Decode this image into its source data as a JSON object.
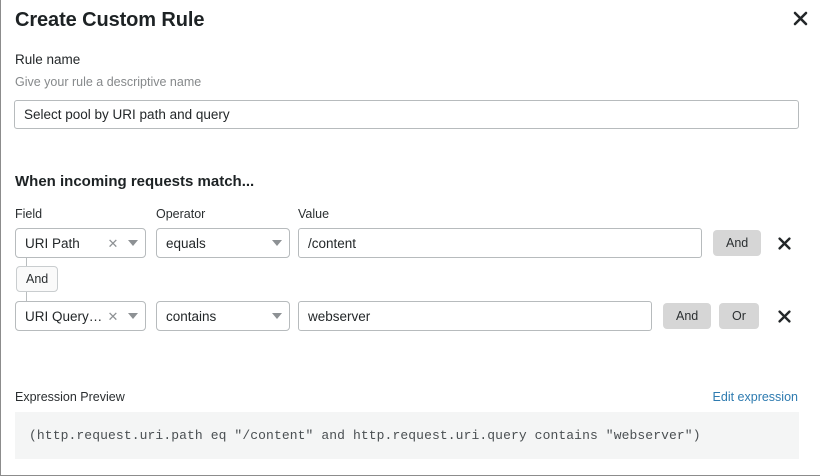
{
  "dialog": {
    "title": "Create Custom Rule",
    "close_icon": "close-icon"
  },
  "rule_name": {
    "label": "Rule name",
    "help": "Give your rule a descriptive name",
    "value": "Select pool by URI path and query",
    "placeholder": "Select pool by URI path and query"
  },
  "conditions_section": {
    "heading": "When incoming requests match...",
    "columns": {
      "field": "Field",
      "operator": "Operator",
      "value": "Value"
    },
    "connector": {
      "label": "And"
    },
    "rows": [
      {
        "field": "URI Path",
        "operator": "equals",
        "value": "/content",
        "value_placeholder": "/content",
        "buttons": [
          "And"
        ],
        "delete_icon": "close-icon"
      },
      {
        "field": "URI Query St...",
        "operator": "contains",
        "value": "webserver",
        "value_placeholder": "webserver",
        "buttons": [
          "And",
          "Or"
        ],
        "delete_icon": "close-icon"
      }
    ]
  },
  "expression_preview": {
    "label": "Expression Preview",
    "edit_link": "Edit expression",
    "expression": "(http.request.uri.path eq \"/content\" and http.request.uri.query contains \"webserver\")"
  },
  "colors": {
    "link": "#2e7bb0",
    "button_gray": "#d6d6d6",
    "border": "#b7bbbd",
    "preview_bg": "#f4f5f5",
    "text": "#232729",
    "muted_text": "#86898b"
  }
}
